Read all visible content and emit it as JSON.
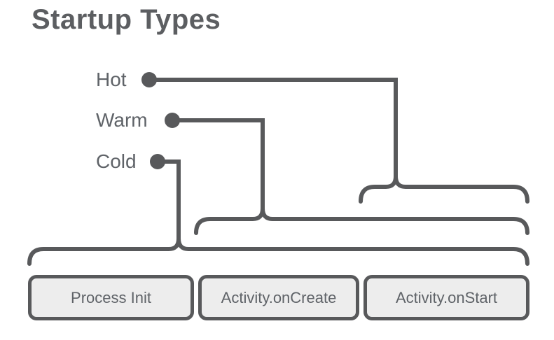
{
  "title": "Startup Types",
  "diagram": {
    "startup_types": [
      {
        "label": "Hot",
        "spans_phases": [
          "Activity.onStart"
        ]
      },
      {
        "label": "Warm",
        "spans_phases": [
          "Activity.onCreate",
          "Activity.onStart"
        ]
      },
      {
        "label": "Cold",
        "spans_phases": [
          "Process Init",
          "Activity.onCreate",
          "Activity.onStart"
        ]
      }
    ],
    "phases": [
      {
        "label": "Process Init"
      },
      {
        "label": "Activity.onCreate"
      },
      {
        "label": "Activity.onStart"
      }
    ]
  },
  "colors": {
    "background": "#ffffff",
    "line": "#58595b",
    "text": "#5f6368",
    "title_text": "#5c5e61",
    "box_fill": "#ededed",
    "box_border": "#58595b"
  }
}
